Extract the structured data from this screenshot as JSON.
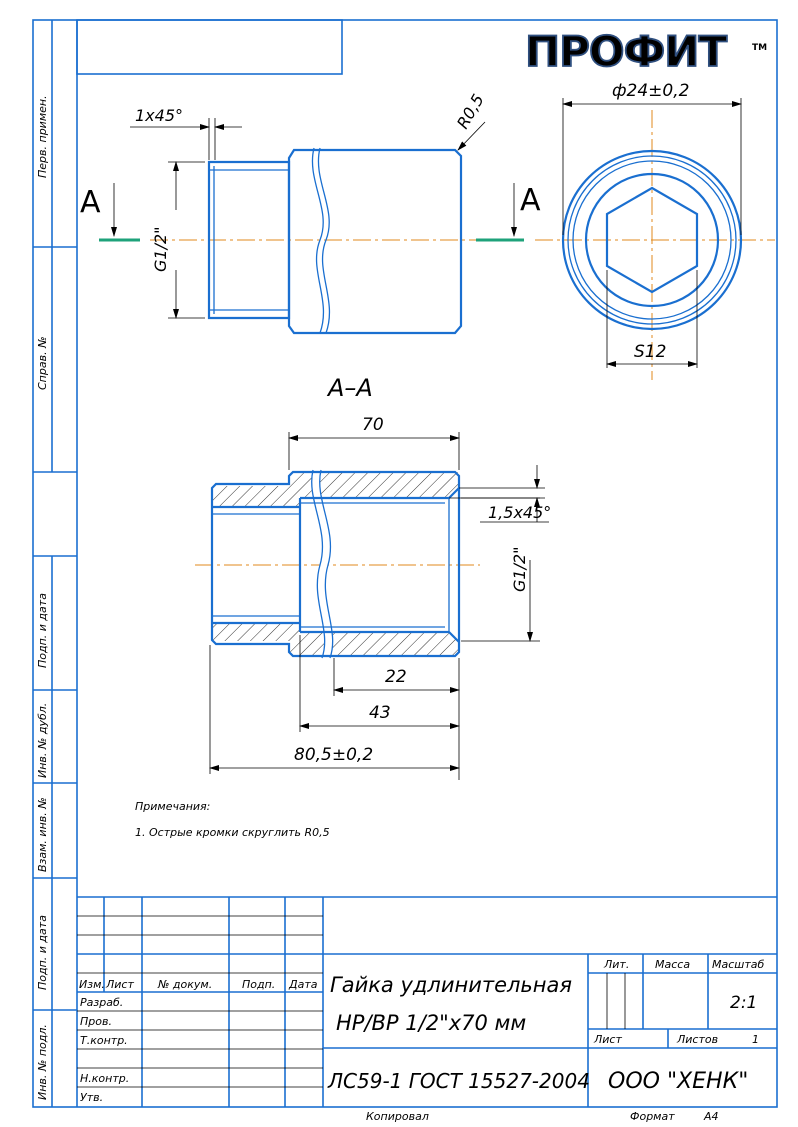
{
  "logo": {
    "text": "ПРОФИТ",
    "tm": "TM"
  },
  "side_labels": {
    "perv_primen": "Перв. примен.",
    "sprav_no": "Справ. №",
    "podp_data_1": "Подп. и дата",
    "inv_dubl": "Инв. № дубл.",
    "vzam_inv": "Взам. инв. №",
    "podp_data_2": "Подп. и дата",
    "inv_podl": "Инв. № подл."
  },
  "dims": {
    "chamfer_top": "1x45°",
    "radius": "R0,5",
    "thread_left": "G1/2\"",
    "diameter": "ф24±0,2",
    "hex": "S12",
    "section_title": "A–A",
    "cut_label_left": "A",
    "cut_label_right": "A",
    "len_70": "70",
    "chamfer_section": "1,5x45°",
    "thread_section": "G1/2\"",
    "len_22": "22",
    "len_43": "43",
    "len_total": "80,5±0,2"
  },
  "notes": {
    "title": "Примечания:",
    "item1": "1. Острые кромки скруглить R0,5"
  },
  "title_block": {
    "headers": {
      "izm": "Изм.",
      "list": "Лист",
      "no_dokum": "№ докум.",
      "podp": "Подп.",
      "data": "Дата"
    },
    "roles": {
      "razrab": "Разраб.",
      "prov": "Пров.",
      "tkontr": "Т.контр.",
      "nkontr": "Н.контр.",
      "utv": "Утв."
    },
    "part_name_1": "Гайка удлинительная",
    "part_name_2": "НР/ВР 1/2\"х70 мм",
    "material": "ЛС59-1 ГОСТ 15527-2004",
    "lit": "Лит.",
    "massa": "Масса",
    "masshtab": "Масштаб",
    "scale": "2:1",
    "sheet_label": "Лист",
    "sheets_label": "Листов",
    "sheets_count": "1",
    "company": "ООО \"ХЕНК\""
  },
  "footer": {
    "kopiroval": "Копировал",
    "format_label": "Формат",
    "format_value": "А4"
  }
}
